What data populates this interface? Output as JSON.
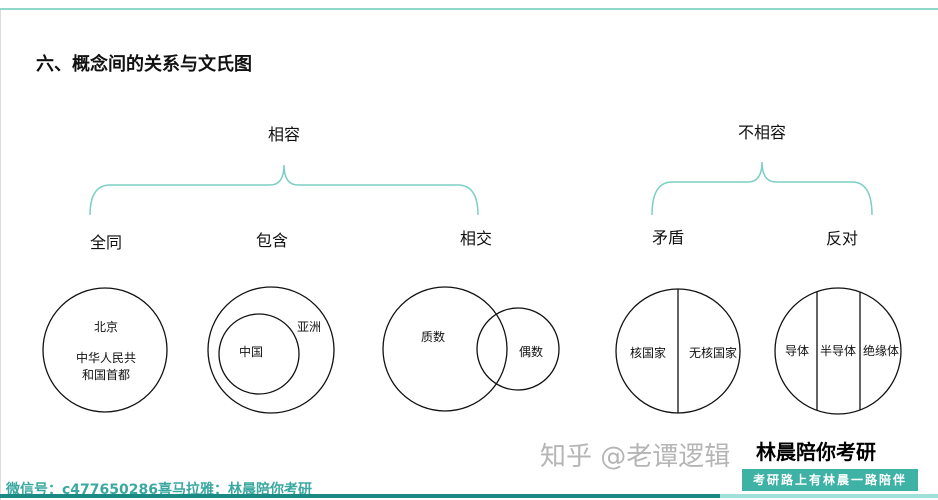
{
  "title": "六、概念间的关系与文氏图",
  "groups": {
    "compatible": "相容",
    "incompatible": "不相容"
  },
  "relations": {
    "identical": "全同",
    "inclusion": "包含",
    "intersection": "相交",
    "contradiction": "矛盾",
    "contrary": "反对"
  },
  "identical": {
    "a": "北京",
    "b1": "中华人民共",
    "b2": "和国首都"
  },
  "inclusion": {
    "outer": "亚洲",
    "inner": "中国"
  },
  "intersection": {
    "a": "质数",
    "b": "偶数"
  },
  "contradiction": {
    "a": "核国家",
    "b": "无核国家"
  },
  "contrary": {
    "a": "导体",
    "b": "半导体",
    "c": "绝缘体"
  },
  "footer": "微信号：c477650286喜马拉雅：林晨陪你考研",
  "logo": "林晨陪你考研",
  "slogan": "考研路上有林晨一路陪伴",
  "watermark": "知乎 @老谭逻辑"
}
